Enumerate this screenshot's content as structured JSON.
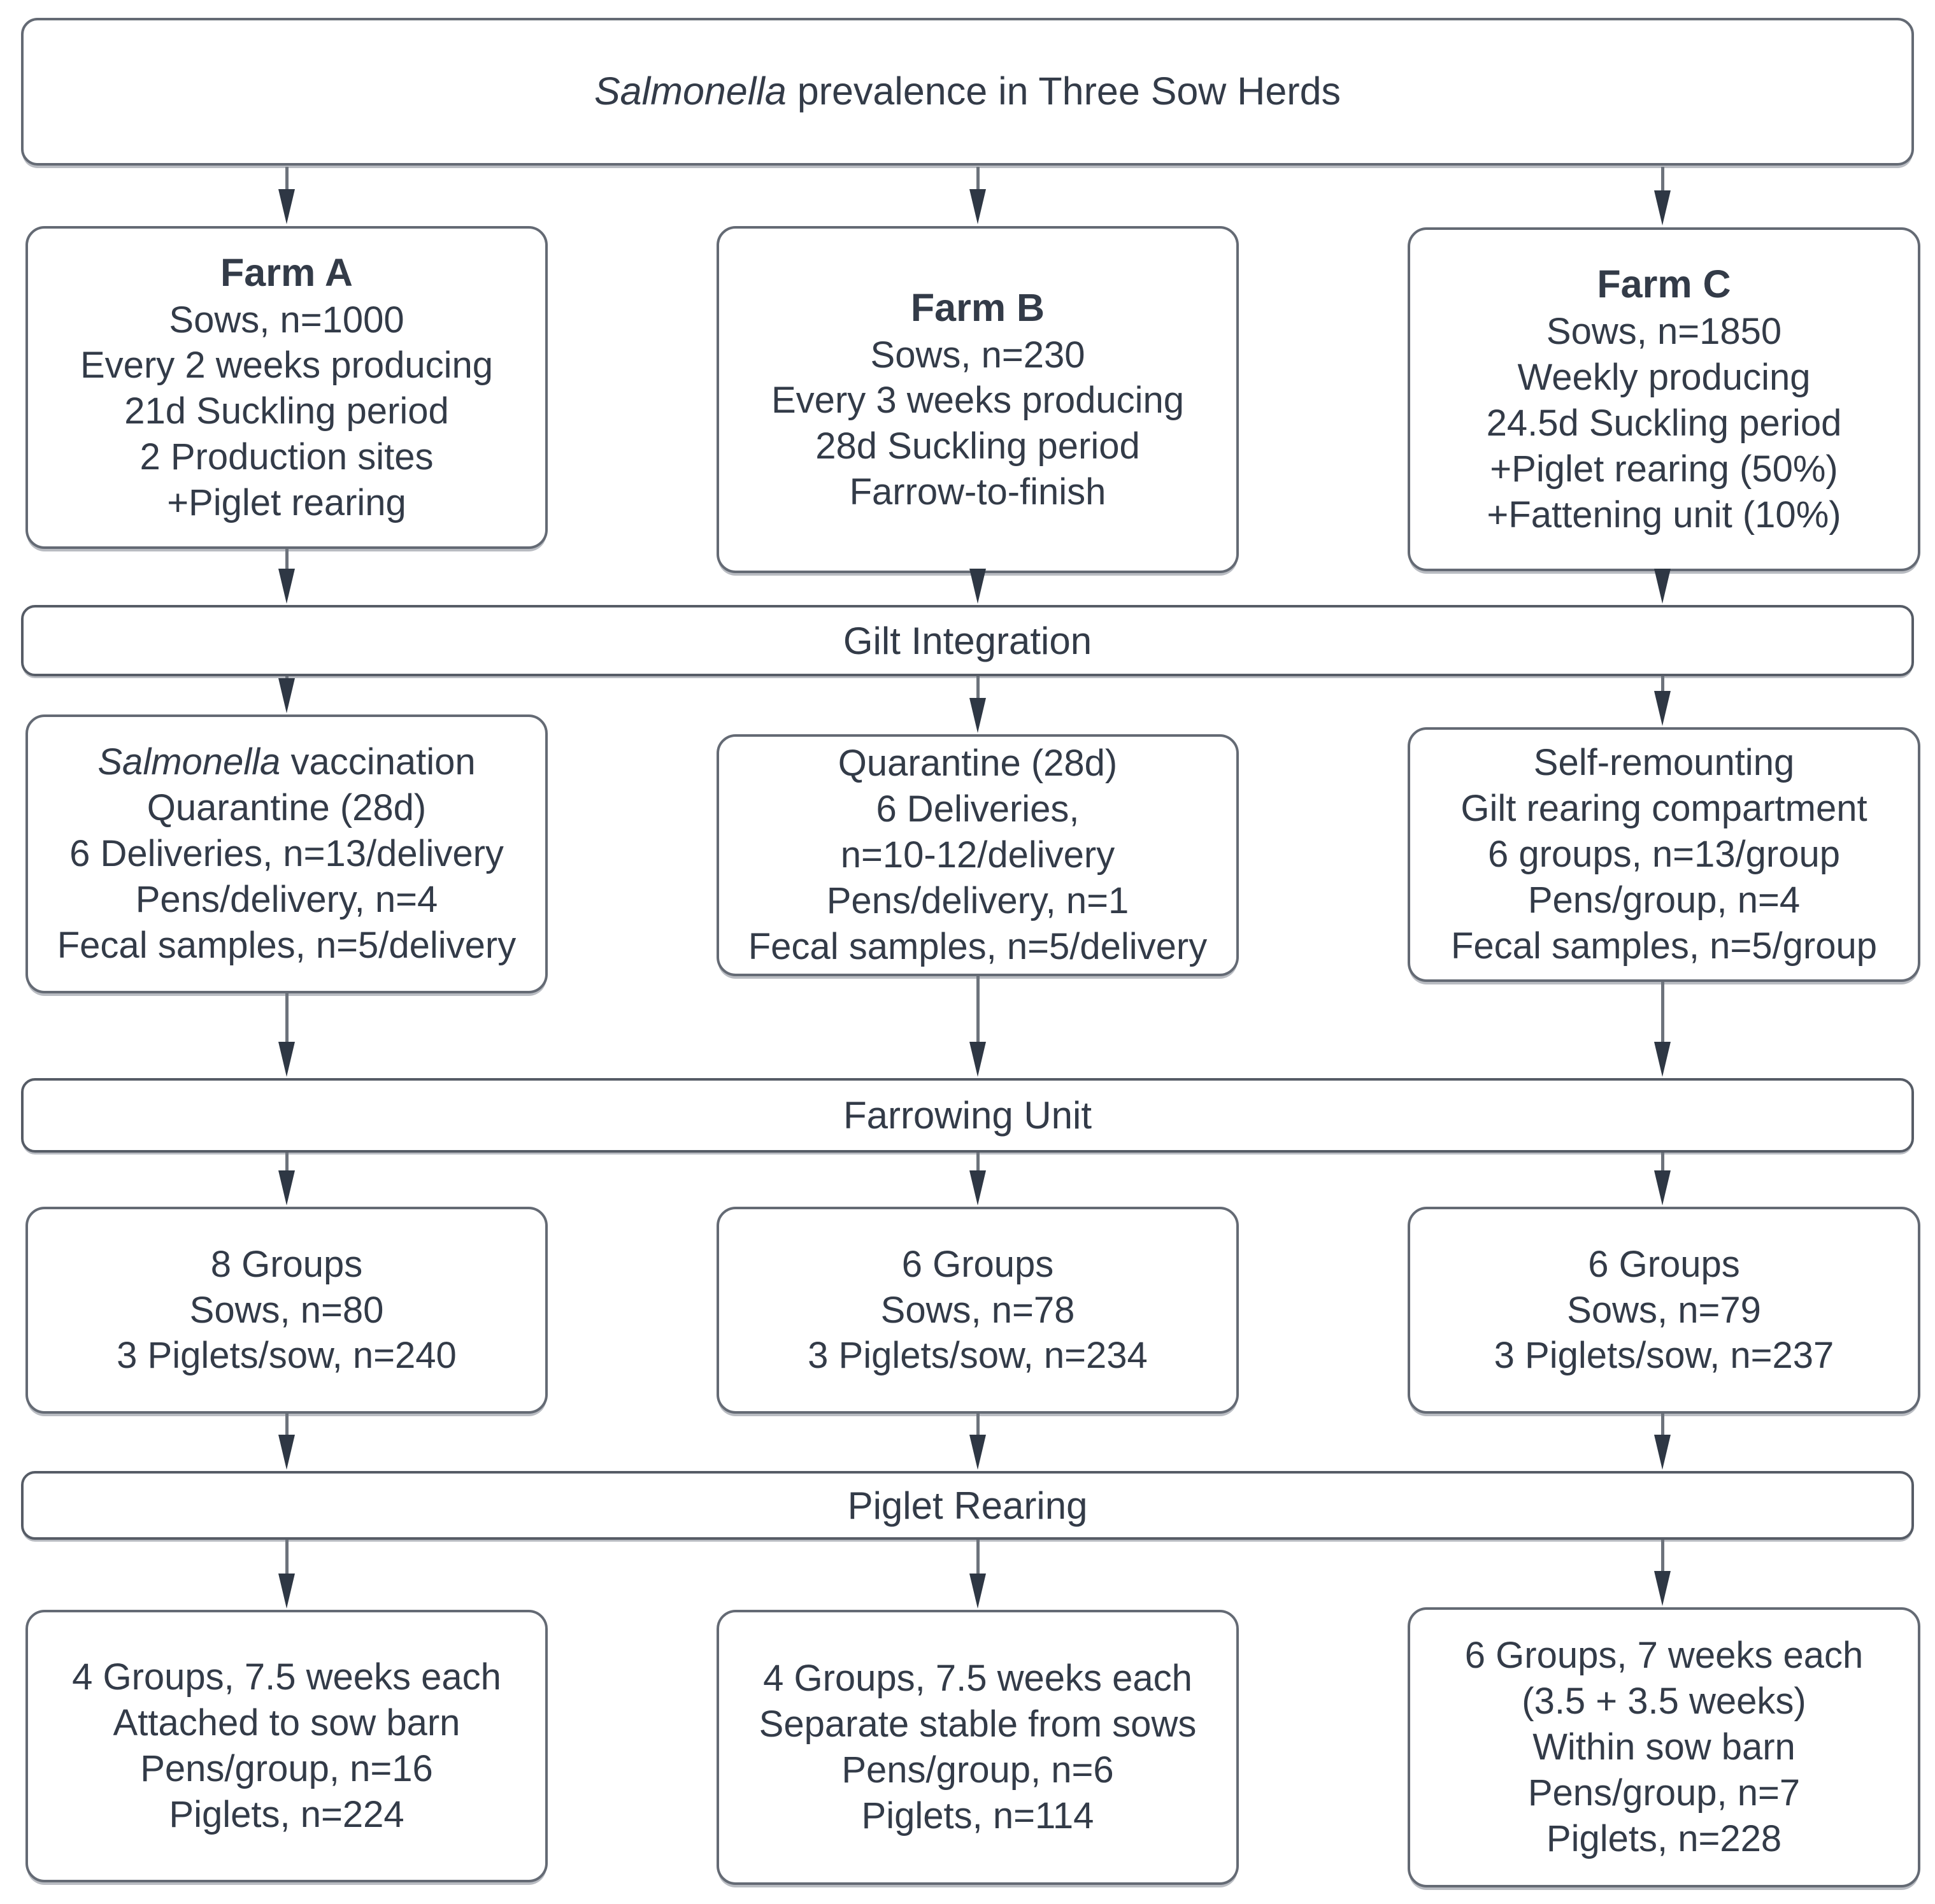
{
  "title": {
    "italic": "Salmonella",
    "rest": " prevalence in Three Sow Herds"
  },
  "bands": {
    "gilt": "Gilt Integration",
    "farrowing": "Farrowing Unit",
    "piglet": "Piglet Rearing"
  },
  "farms": {
    "a": {
      "header": "Farm A",
      "info": [
        "Sows, n=1000",
        "Every 2 weeks producing",
        "21d Suckling period",
        "2 Production sites",
        "+Piglet rearing"
      ],
      "gilt": {
        "l1_italic": "Salmonella",
        "l1_rest": " vaccination",
        "lines": [
          "Quarantine (28d)",
          "6 Deliveries, n=13/delivery",
          "Pens/delivery, n=4",
          "Fecal samples, n=5/delivery"
        ]
      },
      "farrowing": [
        "8 Groups",
        "Sows, n=80",
        "3 Piglets/sow, n=240"
      ],
      "rearing": [
        "4 Groups, 7.5 weeks each",
        "Attached to sow barn",
        "Pens/group, n=16",
        "Piglets, n=224"
      ]
    },
    "b": {
      "header": "Farm B",
      "info": [
        "Sows, n=230",
        "Every 3 weeks producing",
        "28d Suckling period",
        "Farrow-to-finish"
      ],
      "gilt": {
        "lines": [
          "Quarantine (28d)",
          "6 Deliveries,",
          "n=10-12/delivery",
          "Pens/delivery, n=1",
          "Fecal samples, n=5/delivery"
        ]
      },
      "farrowing": [
        "6 Groups",
        "Sows, n=78",
        "3 Piglets/sow, n=234"
      ],
      "rearing": [
        "4 Groups, 7.5 weeks each",
        "Separate stable from sows",
        "Pens/group, n=6",
        "Piglets, n=114"
      ]
    },
    "c": {
      "header": "Farm C",
      "info": [
        "Sows, n=1850",
        "Weekly producing",
        "24.5d Suckling period",
        "+Piglet rearing (50%)",
        "+Fattening unit (10%)"
      ],
      "gilt": {
        "lines": [
          "Self-remounting",
          "Gilt rearing compartment",
          "6 groups, n=13/group",
          "Pens/group, n=4",
          "Fecal samples, n=5/group"
        ]
      },
      "farrowing": [
        "6 Groups",
        "Sows, n=79",
        "3 Piglets/sow, n=237"
      ],
      "rearing": [
        "6 Groups, 7 weeks each",
        "(3.5 + 3.5 weeks)",
        "Within sow barn",
        "Pens/group, n=7",
        "Piglets, n=228"
      ]
    }
  }
}
